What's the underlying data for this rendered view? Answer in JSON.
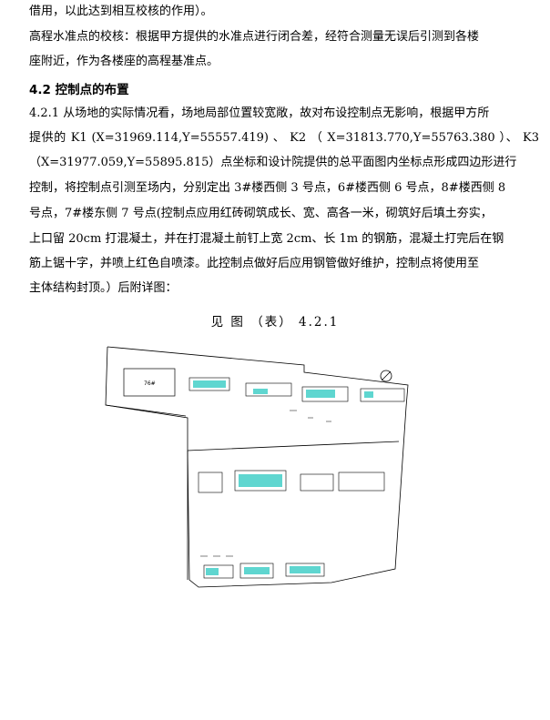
{
  "paragraphs": {
    "p0_line1": "借用，以此达到相互校核的作用）。",
    "p1_line1": "高程水准点的校核：根据甲方提供的水准点进行闭合差，经符合测量无误后引测到各楼",
    "p1_line2": "座附近，作为各楼座的高程基准点。",
    "heading": "4.2 控制点的布置",
    "p2_line1": "4.2.1 从场地的实际情况看，场地局部位置较宽敞，故对布设控制点无影响，根据甲方所",
    "p2_line2": "提供的  K1  (X=31969.114,Y=55557.419)  、 K2  （  X=31813.770,Y=55763.380  ）、 K3",
    "p2_line3": "（X=31977.059,Y=55895.815）点坐标和设计院提供的总平面图内坐标点形成四边形进行",
    "p2_line4": "控制，将控制点引测至场内，分别定出 3#楼西侧 3 号点，6#楼西侧 6 号点，8#楼西侧 8",
    "p2_line5": "号点，7#楼东侧 7 号点(控制点应用红砖砌筑成长、宽、高各一米，砌筑好后填土夯实，",
    "p2_line6": "上口留 20cm 打混凝土，并在打混凝土前钉上宽 2cm、长 1m 的钢筋，混凝土打完后在钢",
    "p2_line7": "筋上锯十字，并喷上红色自喷漆。此控制点做好后应用钢管做好维护，控制点将使用至",
    "p2_line8": "主体结构封顶。）后附详图："
  },
  "figure": {
    "caption": "见  图  （表）  4.2.1",
    "label_building": "76#",
    "colors": {
      "line": "#000000",
      "highlight": "#5fd6d0",
      "fill": "#ffffff"
    }
  }
}
